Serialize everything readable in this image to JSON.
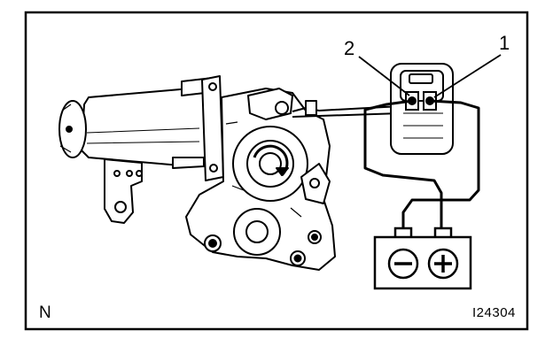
{
  "diagram": {
    "labels": {
      "terminal_1": "1",
      "terminal_2": "2",
      "orientation": "N",
      "figure_code": "I24304"
    },
    "battery": {
      "negative_symbol": "minus",
      "positive_symbol": "plus"
    },
    "components": [
      "motor",
      "gear-housing",
      "connector",
      "battery"
    ],
    "colors": {
      "line": "#000000",
      "background": "#ffffff"
    }
  }
}
